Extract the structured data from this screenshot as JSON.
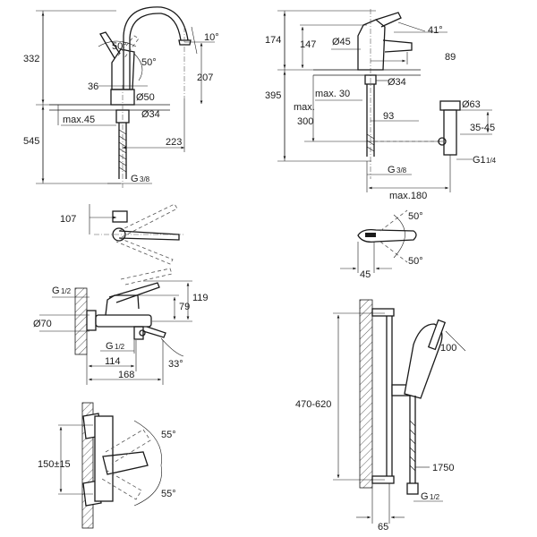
{
  "basin_mixer_tall": {
    "dims": {
      "height_total": "332",
      "spout_angle": "50°",
      "handle_angle": "50°",
      "tilt": "10°",
      "spout_height": "207",
      "width_36": "36",
      "dia_50": "Ø50",
      "dia_34": "Ø34",
      "max_45": "max.45",
      "below": "545",
      "reach": "223",
      "thread_g": "G",
      "thread_frac": "3/8"
    }
  },
  "basin_mixer_small": {
    "dims": {
      "h174": "174",
      "h147": "147",
      "dia45": "Ø45",
      "angle41": "41°",
      "w89": "89",
      "h395": "395",
      "max30": "max. 30",
      "dia34": "Ø34",
      "max300_a": "max.",
      "max300_b": "300",
      "w93": "93",
      "dia63": "Ø63",
      "r35_45": "35-45",
      "thread_g": "G",
      "thread_frac": "3/8",
      "g1": "G1",
      "g1_frac": "1/4",
      "max180": "max.180"
    }
  },
  "spout_swivel": {
    "dims": {
      "w107": "107"
    }
  },
  "handle_top": {
    "dims": {
      "a50_top": "50°",
      "a50_bot": "50°",
      "w45": "45"
    }
  },
  "bath_mixer": {
    "dims": {
      "g_top": "G",
      "g_top_frac": "1/2",
      "dia70": "Ø70",
      "h119": "119",
      "h79": "79",
      "g_bot": "G",
      "g_bot_frac": "1/2",
      "a33": "33°",
      "w114": "114",
      "w168": "168"
    }
  },
  "bath_mixer_front": {
    "dims": {
      "a55_top": "55°",
      "dist150": "150±15",
      "a55_bot": "55°"
    }
  },
  "shower_set": {
    "dims": {
      "rail": "470-620",
      "head": "100",
      "hose": "1750",
      "g": "G",
      "g_frac": "1/2",
      "w65": "65"
    }
  }
}
